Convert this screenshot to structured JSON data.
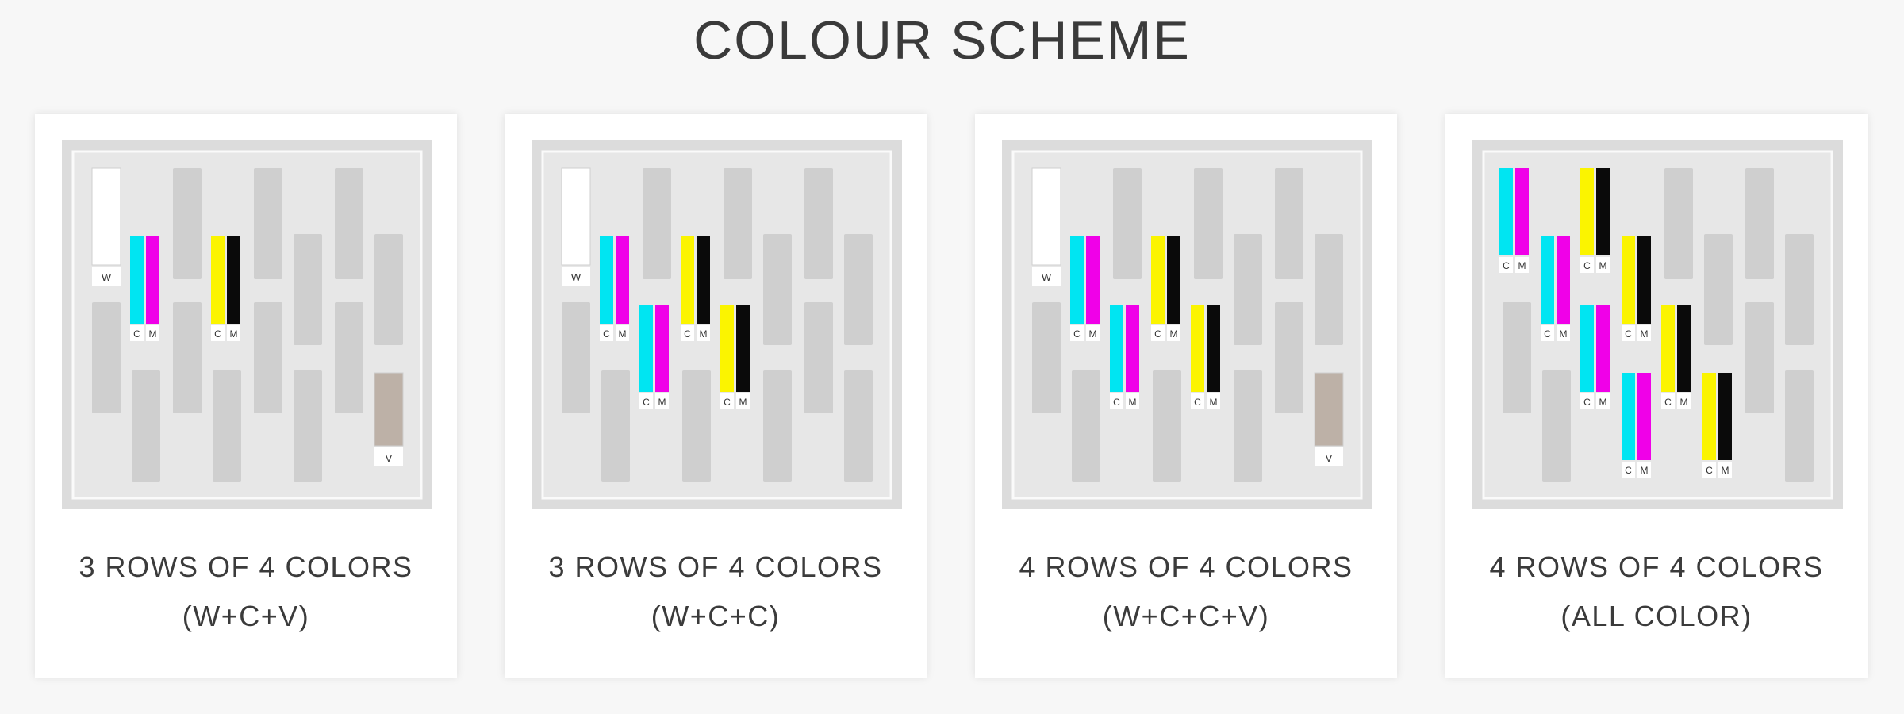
{
  "page": {
    "title": "COLOUR SCHEME"
  },
  "ink_colors": {
    "white": "#ffffff",
    "cyan": "#00e5f2",
    "magenta": "#f000e8",
    "yellow": "#fbf400",
    "black": "#0a0a0a",
    "varnish": "#bdb1a7",
    "empty": "#cfcfcf"
  },
  "cards": [
    {
      "line1": "3 ROWS OF 4 COLORS",
      "line2": "(W+C+V)",
      "slots": {
        "W": {
          "type": "white",
          "label": "W"
        },
        "B1": {
          "type": "cm",
          "labels": [
            "C",
            "M"
          ]
        },
        "B3": {
          "type": "yk",
          "labels": [
            "C",
            "M"
          ]
        },
        "F4": {
          "type": "varnish",
          "label": "V"
        }
      }
    },
    {
      "line1": "3 ROWS OF 4 COLORS",
      "line2": "(W+C+C)",
      "slots": {
        "W": {
          "type": "white",
          "label": "W"
        },
        "B1": {
          "type": "cm",
          "labels": [
            "C",
            "M"
          ]
        },
        "B3": {
          "type": "yk",
          "labels": [
            "C",
            "M"
          ]
        },
        "D2": {
          "type": "cm",
          "labels": [
            "C",
            "M"
          ]
        },
        "D4": {
          "type": "yk",
          "labels": [
            "C",
            "M"
          ]
        }
      }
    },
    {
      "line1": "4 ROWS OF 4 COLORS",
      "line2": "(W+C+C+V)",
      "slots": {
        "W": {
          "type": "white",
          "label": "W"
        },
        "B1": {
          "type": "cm",
          "labels": [
            "C",
            "M"
          ]
        },
        "B3": {
          "type": "yk",
          "labels": [
            "C",
            "M"
          ]
        },
        "D2": {
          "type": "cm",
          "labels": [
            "C",
            "M"
          ]
        },
        "D4": {
          "type": "yk",
          "labels": [
            "C",
            "M"
          ]
        },
        "F4": {
          "type": "varnish",
          "label": "V"
        }
      }
    },
    {
      "line1": "4 ROWS OF 4 COLORS",
      "line2": "(ALL COLOR)",
      "slots": {
        "A0": {
          "type": "cm",
          "labels": [
            "C",
            "M"
          ]
        },
        "A2": {
          "type": "yk",
          "labels": [
            "C",
            "M"
          ]
        },
        "B1": {
          "type": "cm",
          "labels": [
            "C",
            "M"
          ]
        },
        "B3": {
          "type": "yk",
          "labels": [
            "C",
            "M"
          ]
        },
        "D2": {
          "type": "cm",
          "labels": [
            "C",
            "M"
          ]
        },
        "D4": {
          "type": "yk",
          "labels": [
            "C",
            "M"
          ]
        },
        "F3": {
          "type": "cm",
          "labels": [
            "C",
            "M"
          ]
        },
        "F5": {
          "type": "yk",
          "labels": [
            "C",
            "M"
          ]
        }
      }
    }
  ]
}
